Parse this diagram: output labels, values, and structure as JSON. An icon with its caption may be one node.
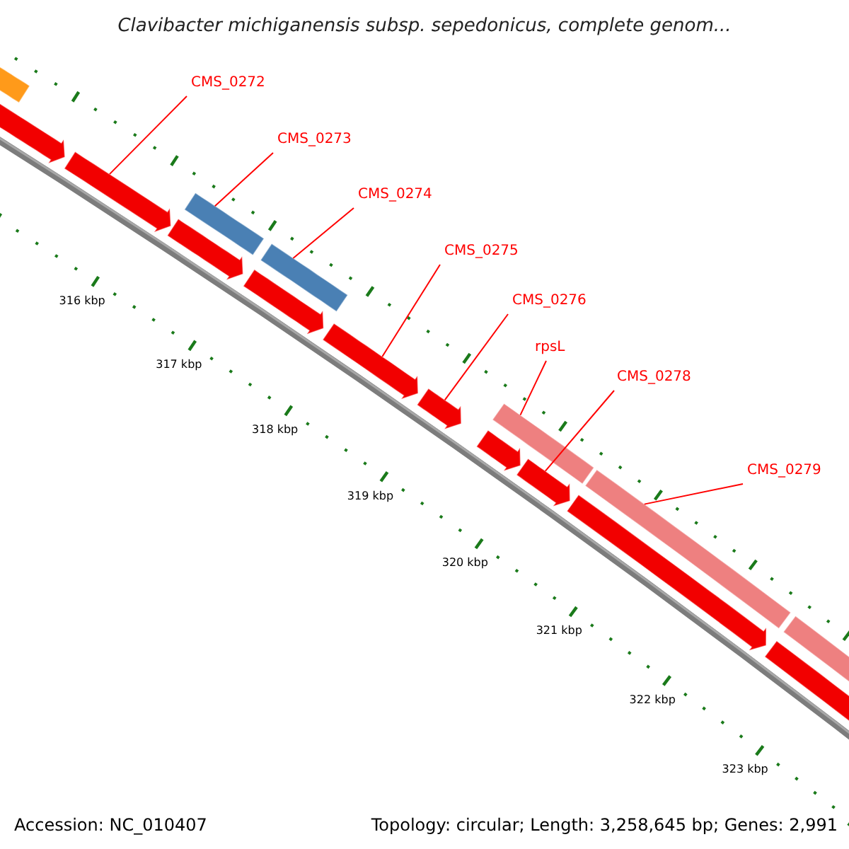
{
  "diagram": {
    "title": "Clavibacter michiganensis subsp. sepedonicus, complete genom...",
    "nodes": [
      {
        "text": [
          "CMS_0272"
        ]
      },
      {
        "text": [
          "CMS_0273"
        ]
      },
      {
        "text": [
          "CMS_0274"
        ]
      },
      {
        "text": [
          "CMS_0275"
        ]
      },
      {
        "text": [
          "CMS_0276"
        ]
      },
      {
        "text": [
          "rpsL"
        ]
      },
      {
        "text": [
          "CMS_0278"
        ]
      },
      {
        "text": [
          "CMS_0279"
        ]
      },
      {
        "text": [],
        "shape": "arrow"
      },
      {
        "text": [],
        "shape": "bar"
      },
      {
        "text": [],
        "shape": "bar"
      },
      {
        "text": [],
        "shape": "arrow"
      },
      {
        "text": [],
        "shape": "arrow"
      },
      {
        "text": [],
        "shape": "bar"
      },
      {
        "text": [],
        "shape": "arrow"
      },
      {
        "text": [],
        "shape": "bar"
      },
      {
        "text": [],
        "shape": "bar"
      },
      {
        "text": [],
        "shape": "arrow"
      },
      {
        "text": [],
        "shape": "arrow"
      },
      {
        "text": [],
        "shape": "arrow"
      },
      {
        "text": [],
        "shape": "arrow"
      },
      {
        "text": [],
        "shape": "arrow"
      },
      {
        "text": [],
        "shape": "arrow"
      },
      {
        "text": [],
        "shape": "bar"
      }
    ],
    "edges": [
      {
        "from": 0,
        "to": 8,
        "arrow": "none"
      },
      {
        "from": 1,
        "to": 9,
        "arrow": "none"
      },
      {
        "from": 2,
        "to": 10,
        "arrow": "none"
      },
      {
        "from": 3,
        "to": 11,
        "arrow": "none"
      },
      {
        "from": 4,
        "to": 12,
        "arrow": "none"
      },
      {
        "from": 5,
        "to": 13,
        "arrow": "none"
      },
      {
        "from": 6,
        "to": 14,
        "arrow": "none"
      },
      {
        "from": 7,
        "to": 15,
        "arrow": "none"
      }
    ],
    "labels": [
      "316 kbp",
      "317 kbp",
      "318 kbp",
      "319 kbp",
      "320 kbp",
      "321 kbp",
      "322 kbp",
      "323 kbp",
      "Accession: NC_010407",
      "Topology: circular; Length: 3,258,645 bp; Genes: 2,991"
    ]
  }
}
